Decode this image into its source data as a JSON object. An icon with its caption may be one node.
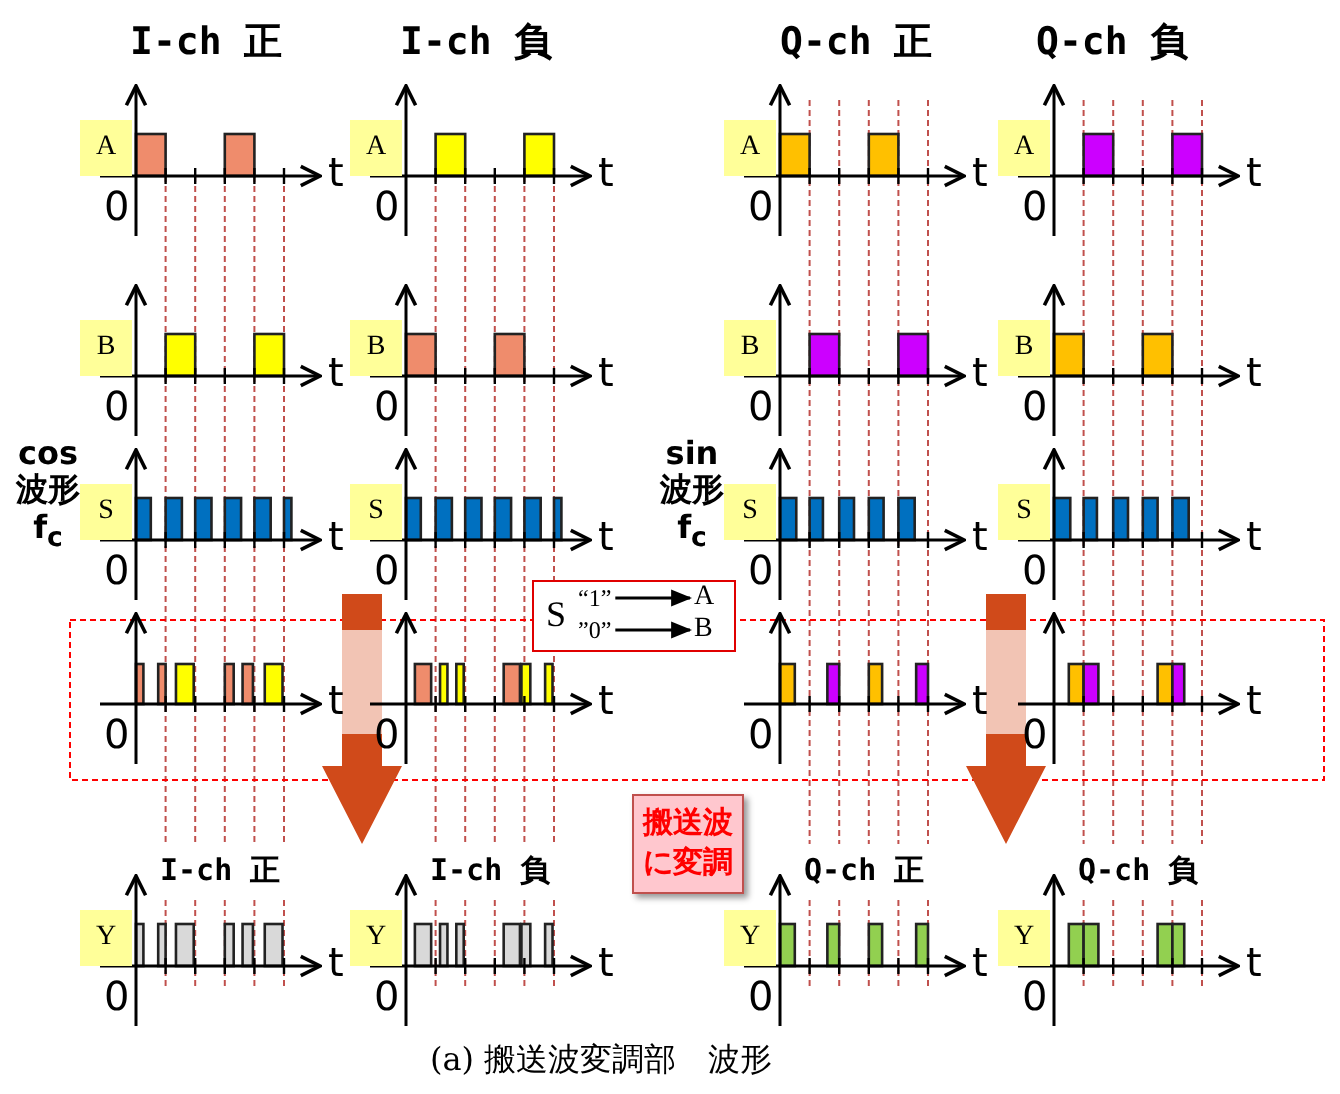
{
  "diagram": {
    "caption": "(a) 搬送波変調部　波形",
    "nodes": [
      {
        "text": [],
        "shape": "box"
      },
      {
        "text": [
          "S"
        ],
        "in": 0
      },
      {
        "text": [
          "“1”"
        ],
        "in": 0
      },
      {
        "text": [
          "”0”"
        ],
        "in": 0
      },
      {
        "text": [
          "A"
        ],
        "in": 0
      },
      {
        "text": [
          "B"
        ],
        "in": 0
      },
      {
        "text": [
          "搬送波に変調"
        ]
      }
    ],
    "edges": [
      {
        "from": 2,
        "to": 4,
        "arrow": "to"
      },
      {
        "from": 3,
        "to": 5,
        "arrow": "to"
      }
    ],
    "labels": [
      "I-ch 正",
      "I-ch 負",
      "Q-ch 正",
      "Q-ch 負",
      "A",
      "t",
      "0",
      "A",
      "t",
      "0",
      "A",
      "t",
      "0",
      "A",
      "t",
      "0",
      "B",
      "t",
      "0",
      "B",
      "t",
      "0",
      "B",
      "t",
      "0",
      "B",
      "t",
      "0",
      "cos 波形 f$_{c}$",
      "S",
      "t",
      "0",
      "S",
      "t",
      "0",
      "sin 波形 f$_{c}$",
      "S",
      "t",
      "0",
      "S",
      "t",
      "0",
      "t",
      "0",
      "t",
      "0",
      "t",
      "0",
      "t",
      "0",
      "I-ch 正",
      "I-ch 負",
      "Q-ch 正",
      "Q-ch 負",
      "Y",
      "t",
      "0",
      "Y",
      "t",
      "0",
      "Y",
      "t",
      "0",
      "Y",
      "t",
      "0"
    ]
  }
}
